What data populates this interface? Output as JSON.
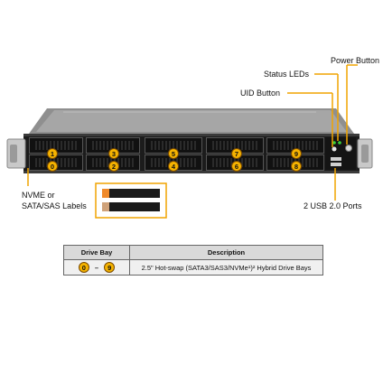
{
  "callouts": {
    "power_button": "Power Button",
    "status_leds": "Status LEDs",
    "uid_button": "UID Button",
    "nvme_labels": "NVME or\nSATA/SAS Labels",
    "usb_ports": "2 USB 2.0 Ports"
  },
  "drive_badges": [
    "1",
    "3",
    "5",
    "7",
    "9",
    "0",
    "2",
    "4",
    "6",
    "8"
  ],
  "table": {
    "headers": [
      "Drive Bay",
      "Description"
    ],
    "row": {
      "bay_from": "0",
      "bay_dash": "–",
      "bay_to": "9",
      "description": "2.5\" Hot-swap (SATA3/SAS3/NVMe¹)² Hybrid Drive  Bays"
    }
  },
  "colors": {
    "accent": "#f5b300",
    "chassis": "#2a2a2a",
    "table_header": "#d9d9d9",
    "table_row": "#f0f0f0"
  }
}
